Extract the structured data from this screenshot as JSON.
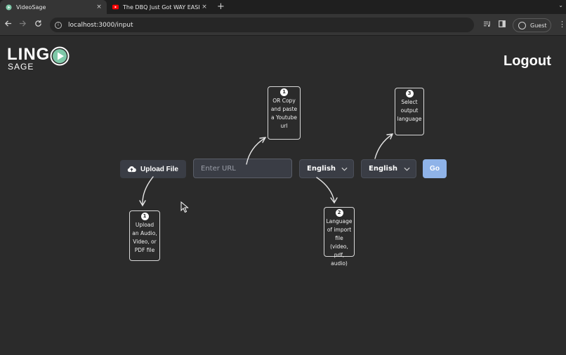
{
  "browser": {
    "tabs": [
      {
        "title": "VideoSage",
        "close": "×"
      },
      {
        "title": "The DBQ Just Got WAY EASIER",
        "close": "×"
      }
    ],
    "new_tab": "+",
    "tab_menu": "⌄",
    "url": "localhost:3000/input",
    "profile": "Guest"
  },
  "header": {
    "logo_top": "LING",
    "logo_bottom": "SAGE",
    "logout": "Logout"
  },
  "form": {
    "upload_label": "Upload File",
    "url_placeholder": "Enter URL",
    "input_language": "English",
    "output_language": "English",
    "go_label": "Go"
  },
  "annotations": {
    "upload": {
      "number": "1",
      "text": "Upload an Audio, Video, or PDF file"
    },
    "url": {
      "number": "1",
      "text": "OR Copy and paste a Youtube url"
    },
    "input_lang": {
      "number": "2",
      "text": "Language of import file (video, pdf, audio)"
    },
    "output_lang": {
      "number": "3",
      "text": "Select output language"
    }
  },
  "colors": {
    "page_bg": "#2b2b2b",
    "control_bg": "#3a3d45",
    "go_button": "#8fb3e8",
    "logo_play": "#7ec8a8"
  }
}
